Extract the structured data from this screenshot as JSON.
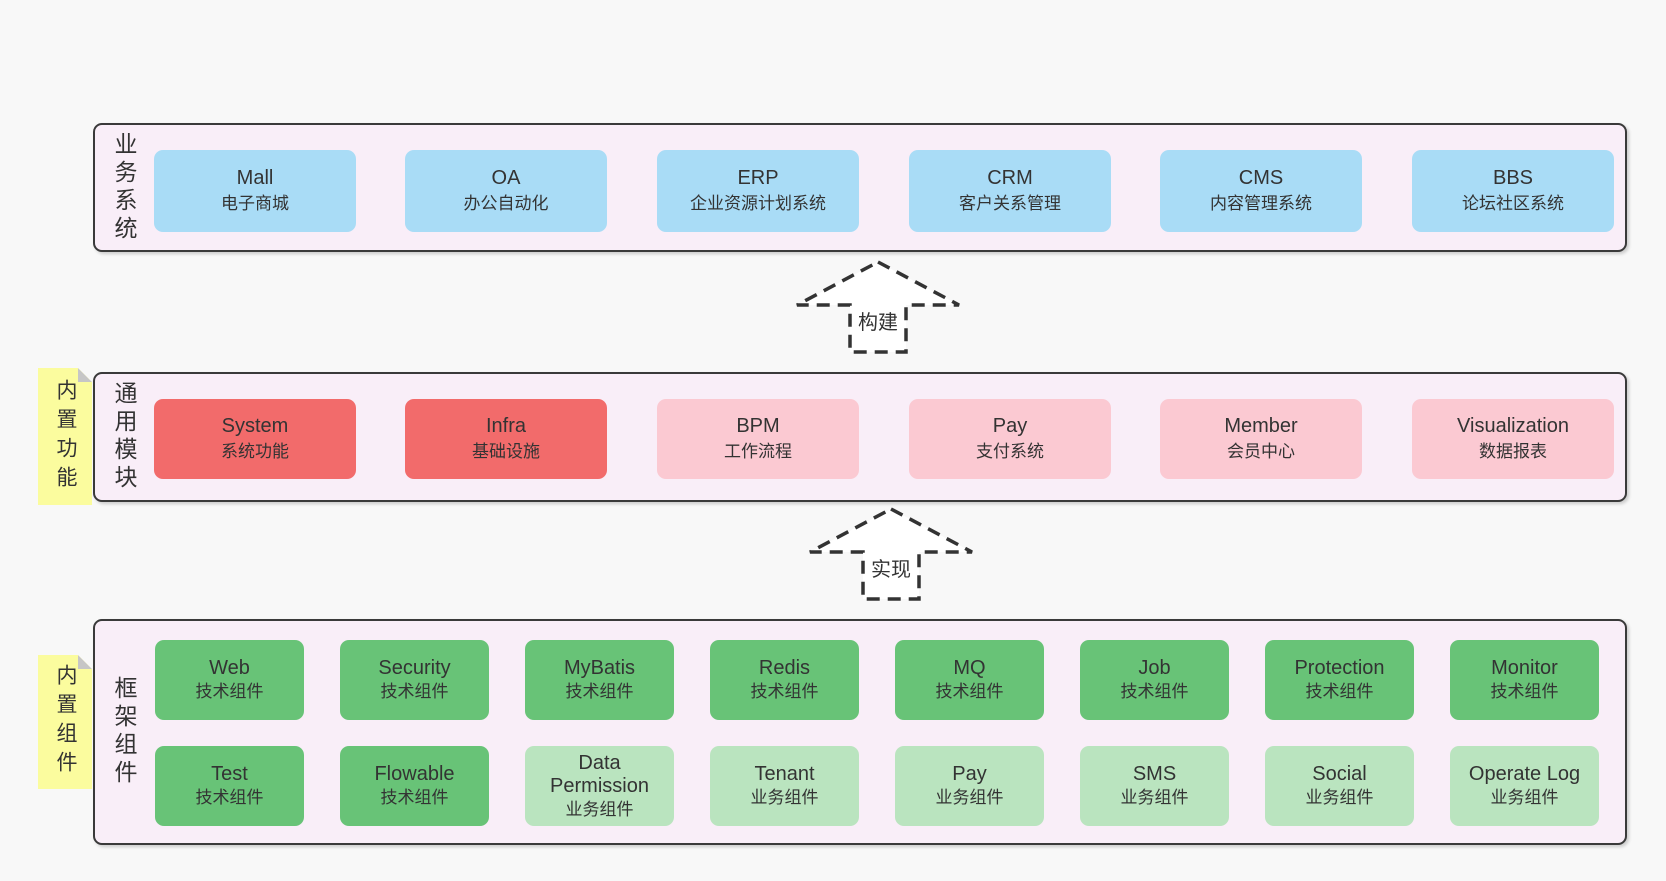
{
  "colors": {
    "blue": "#a9dcf6",
    "red": "#f26b6b",
    "pink": "#fbc9d2",
    "green": "#68c377",
    "green_light": "#bae4bf",
    "yellow": "#fbfc9e",
    "section_bg": "#f9eef8",
    "page_bg": "#f8f8f8",
    "border": "#3a3a3a",
    "text": "#333333"
  },
  "arrows": [
    {
      "label": "构建"
    },
    {
      "label": "实现"
    }
  ],
  "sections": [
    {
      "label": "业务系统",
      "boxes": [
        {
          "name": "Mall",
          "desc": "电子商城"
        },
        {
          "name": "OA",
          "desc": "办公自动化"
        },
        {
          "name": "ERP",
          "desc": "企业资源计划系统"
        },
        {
          "name": "CRM",
          "desc": "客户关系管理"
        },
        {
          "name": "CMS",
          "desc": "内容管理系统"
        },
        {
          "name": "BBS",
          "desc": "论坛社区系统"
        }
      ]
    },
    {
      "label": "通用模块",
      "sticky": "内置功能",
      "boxes": [
        {
          "name": "System",
          "desc": "系统功能"
        },
        {
          "name": "Infra",
          "desc": "基础设施"
        },
        {
          "name": "BPM",
          "desc": "工作流程"
        },
        {
          "name": "Pay",
          "desc": "支付系统"
        },
        {
          "name": "Member",
          "desc": "会员中心"
        },
        {
          "name": "Visualization",
          "desc": "数据报表"
        }
      ]
    },
    {
      "label": "框架组件",
      "sticky": "内置组件",
      "rows": [
        [
          {
            "name": "Web",
            "desc": "技术组件"
          },
          {
            "name": "Security",
            "desc": "技术组件"
          },
          {
            "name": "MyBatis",
            "desc": "技术组件"
          },
          {
            "name": "Redis",
            "desc": "技术组件"
          },
          {
            "name": "MQ",
            "desc": "技术组件"
          },
          {
            "name": "Job",
            "desc": "技术组件"
          },
          {
            "name": "Protection",
            "desc": "技术组件"
          },
          {
            "name": "Monitor",
            "desc": "技术组件"
          }
        ],
        [
          {
            "name": "Test",
            "desc": "技术组件"
          },
          {
            "name": "Flowable",
            "desc": "技术组件"
          },
          {
            "name": "Data Permission",
            "desc": "业务组件"
          },
          {
            "name": "Tenant",
            "desc": "业务组件"
          },
          {
            "name": "Pay",
            "desc": "业务组件"
          },
          {
            "name": "SMS",
            "desc": "业务组件"
          },
          {
            "name": "Social",
            "desc": "业务组件"
          },
          {
            "name": "Operate Log",
            "desc": "业务组件"
          }
        ]
      ]
    }
  ]
}
